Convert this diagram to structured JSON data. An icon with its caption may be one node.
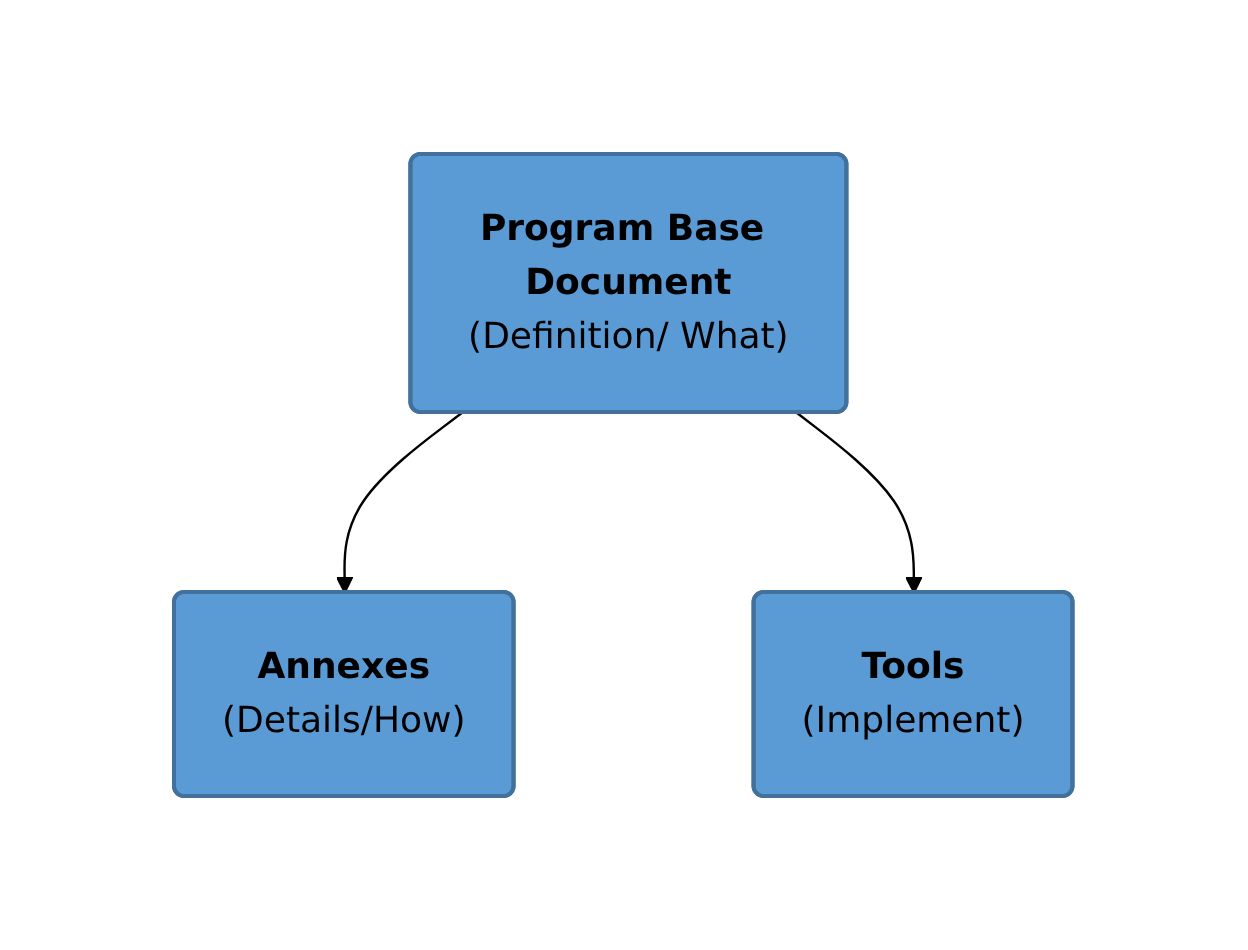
{
  "diagram": {
    "nodes": [
      {
        "text": [
          "Program Base Document",
          "(Definition/ What)"
        ]
      },
      {
        "text": [
          "Annexes",
          "(Details/How)"
        ]
      },
      {
        "text": [
          "Tools",
          "(Implement)"
        ]
      }
    ],
    "edges": [
      {
        "from": 0,
        "to": 1,
        "arrow": "to"
      },
      {
        "from": 0,
        "to": 2,
        "arrow": "to"
      }
    ]
  }
}
